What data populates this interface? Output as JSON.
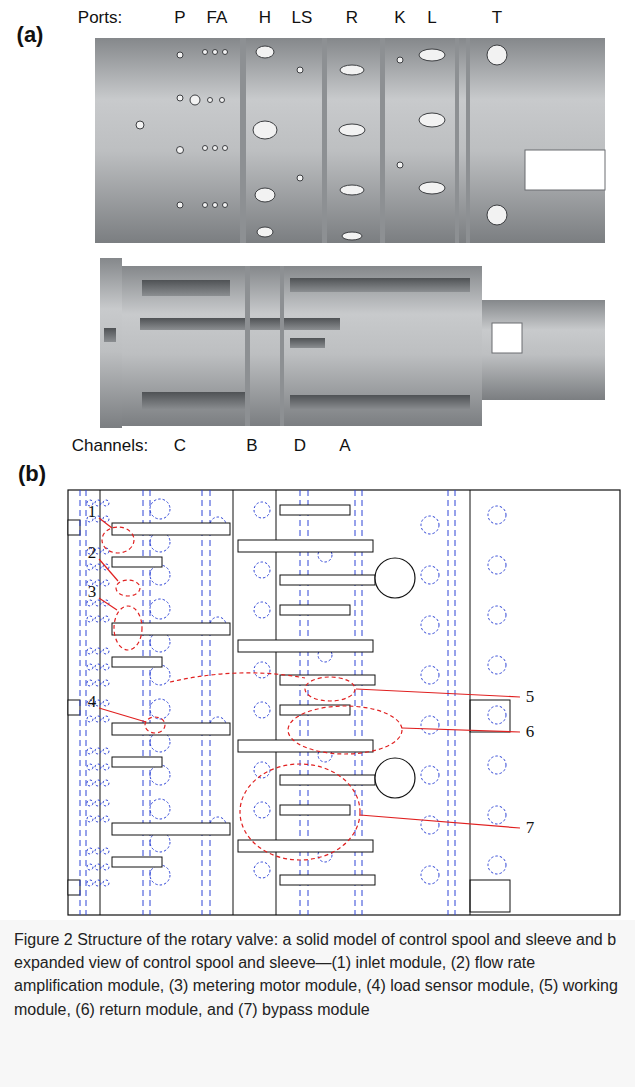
{
  "diagram": {
    "caption": "Figure 2 Structure of the rotary valve: a solid model of control spool and sleeve and b expanded view of control spool and sleeve—(1) inlet module, (2) flow rate amplification module, (3) metering motor module, (4) load sensor module, (5) working module, (6) return module, and (7) bypass module",
    "labels": [
      "(a)",
      "Ports:",
      "P",
      "FA",
      "H",
      "LS",
      "R",
      "K",
      "L",
      "T",
      "Channels:",
      "C",
      "B",
      "D",
      "A",
      "(b)",
      "1",
      "2",
      "3",
      "4",
      "5",
      "6",
      "7"
    ]
  }
}
